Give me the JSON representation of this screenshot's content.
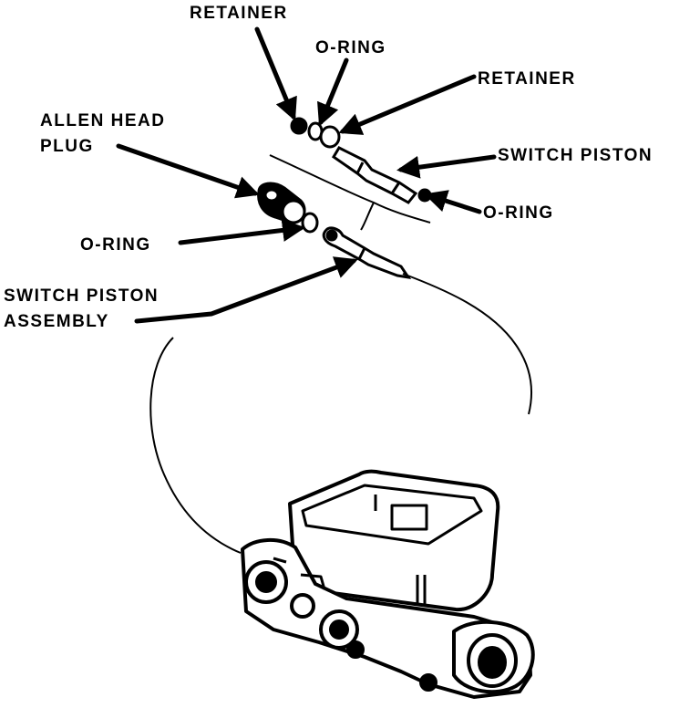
{
  "labels": {
    "retainer_top": "RETAINER",
    "oring_top": "O-RING",
    "retainer_right": "RETAINER",
    "allen_head_plug_line1": "ALLEN HEAD",
    "allen_head_plug_line2": "PLUG",
    "switch_piston": "SWITCH PISTON",
    "oring_right": "O-RING",
    "oring_left": "O-RING",
    "switch_piston_assembly_line1": "SWITCH PISTON",
    "switch_piston_assembly_line2": "ASSEMBLY"
  },
  "colors": {
    "ink": "#000000",
    "paper": "#ffffff"
  }
}
